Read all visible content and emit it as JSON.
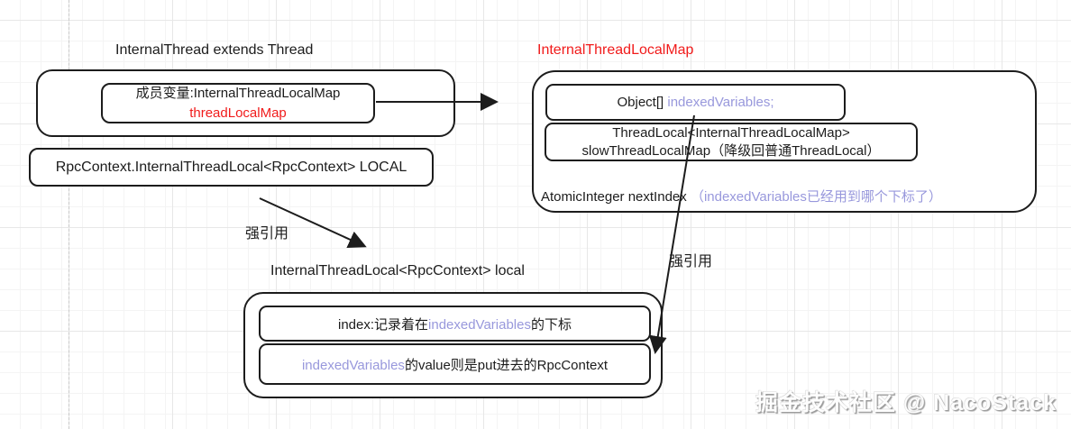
{
  "colors": {
    "stroke": "#1c1c1c",
    "accent_red": "#f11b1b",
    "accent_purple": "#9898dc",
    "background": "#ffffff"
  },
  "thread_section": {
    "title": "InternalThread extends Thread",
    "member_box": {
      "line1": "成员变量:InternalThreadLocalMap",
      "line2": "threadLocalMap"
    },
    "local_field_box": "RpcContext.InternalThreadLocal<RpcContext> LOCAL",
    "strong_ref_label": "强引用"
  },
  "map_section": {
    "title": "InternalThreadLocalMap",
    "indexed_variables_box": {
      "prefix": "Object[] ",
      "highlight": "indexedVariables;"
    },
    "slow_map_box": {
      "line1": "ThreadLocal<InternalThreadLocalMap>",
      "line2": "slowThreadLocalMap（降级回普通ThreadLocal）"
    },
    "next_index_line": {
      "prefix": "AtomicInteger nextIndex ",
      "highlight": "（indexedVariables已经用到哪个下标了）"
    },
    "strong_ref_label": "强引用"
  },
  "local_section": {
    "title": "InternalThreadLocal<RpcContext> local",
    "index_box": {
      "prefix": "index:记录着在",
      "highlight": "indexedVariables",
      "suffix": "的下标"
    },
    "value_box": {
      "highlight": "indexedVariables",
      "suffix": "的value则是put进去的RpcContext"
    }
  },
  "watermark": "掘金技术社区 @ NacoStack"
}
